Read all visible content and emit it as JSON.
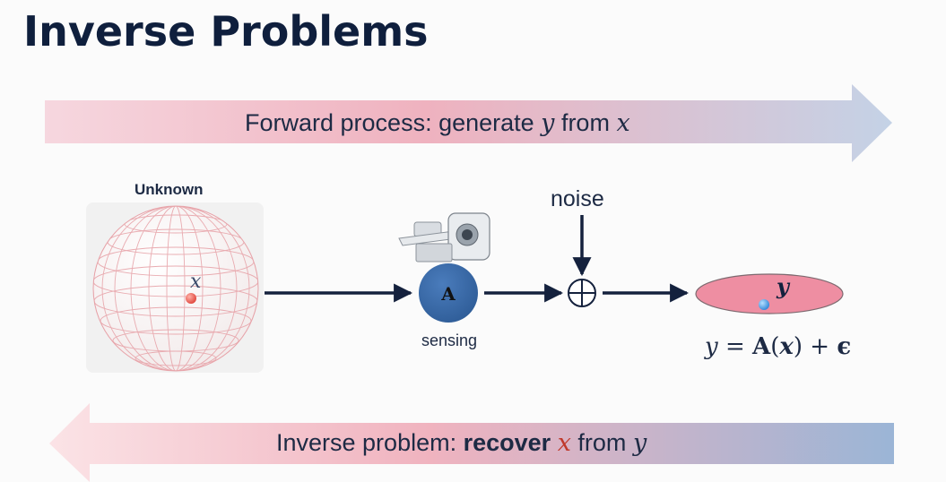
{
  "slide": {
    "title": "Inverse Problems"
  },
  "forward_banner": {
    "text_prefix": "Forward process: generate ",
    "var_y": "y",
    "text_mid": " from ",
    "var_x": "x"
  },
  "inverse_banner": {
    "text_prefix": "Inverse problem: ",
    "bold_word": "recover",
    "var_x": "x",
    "text_mid": " from ",
    "var_y": "y"
  },
  "diagram": {
    "unknown_label": "Unknown",
    "point_label": "x",
    "operator_label": "A",
    "sensing_label": "sensing",
    "noise_label": "noise",
    "measurement_label": "y",
    "equation": {
      "lhs": "y",
      "eq": " = ",
      "op": "A",
      "lparen": "(",
      "arg": "x",
      "rparen_plus": ") + ",
      "eps": "ϵ"
    }
  },
  "colors": {
    "banner_pink": "#f2a7b6",
    "banner_blue": "#9fb6d8",
    "operator_circle": "#3b6aa8",
    "measurement_ellipse": "#ee8ea2",
    "arrow": "#14213d",
    "grid_red": "#e7a3a9"
  }
}
